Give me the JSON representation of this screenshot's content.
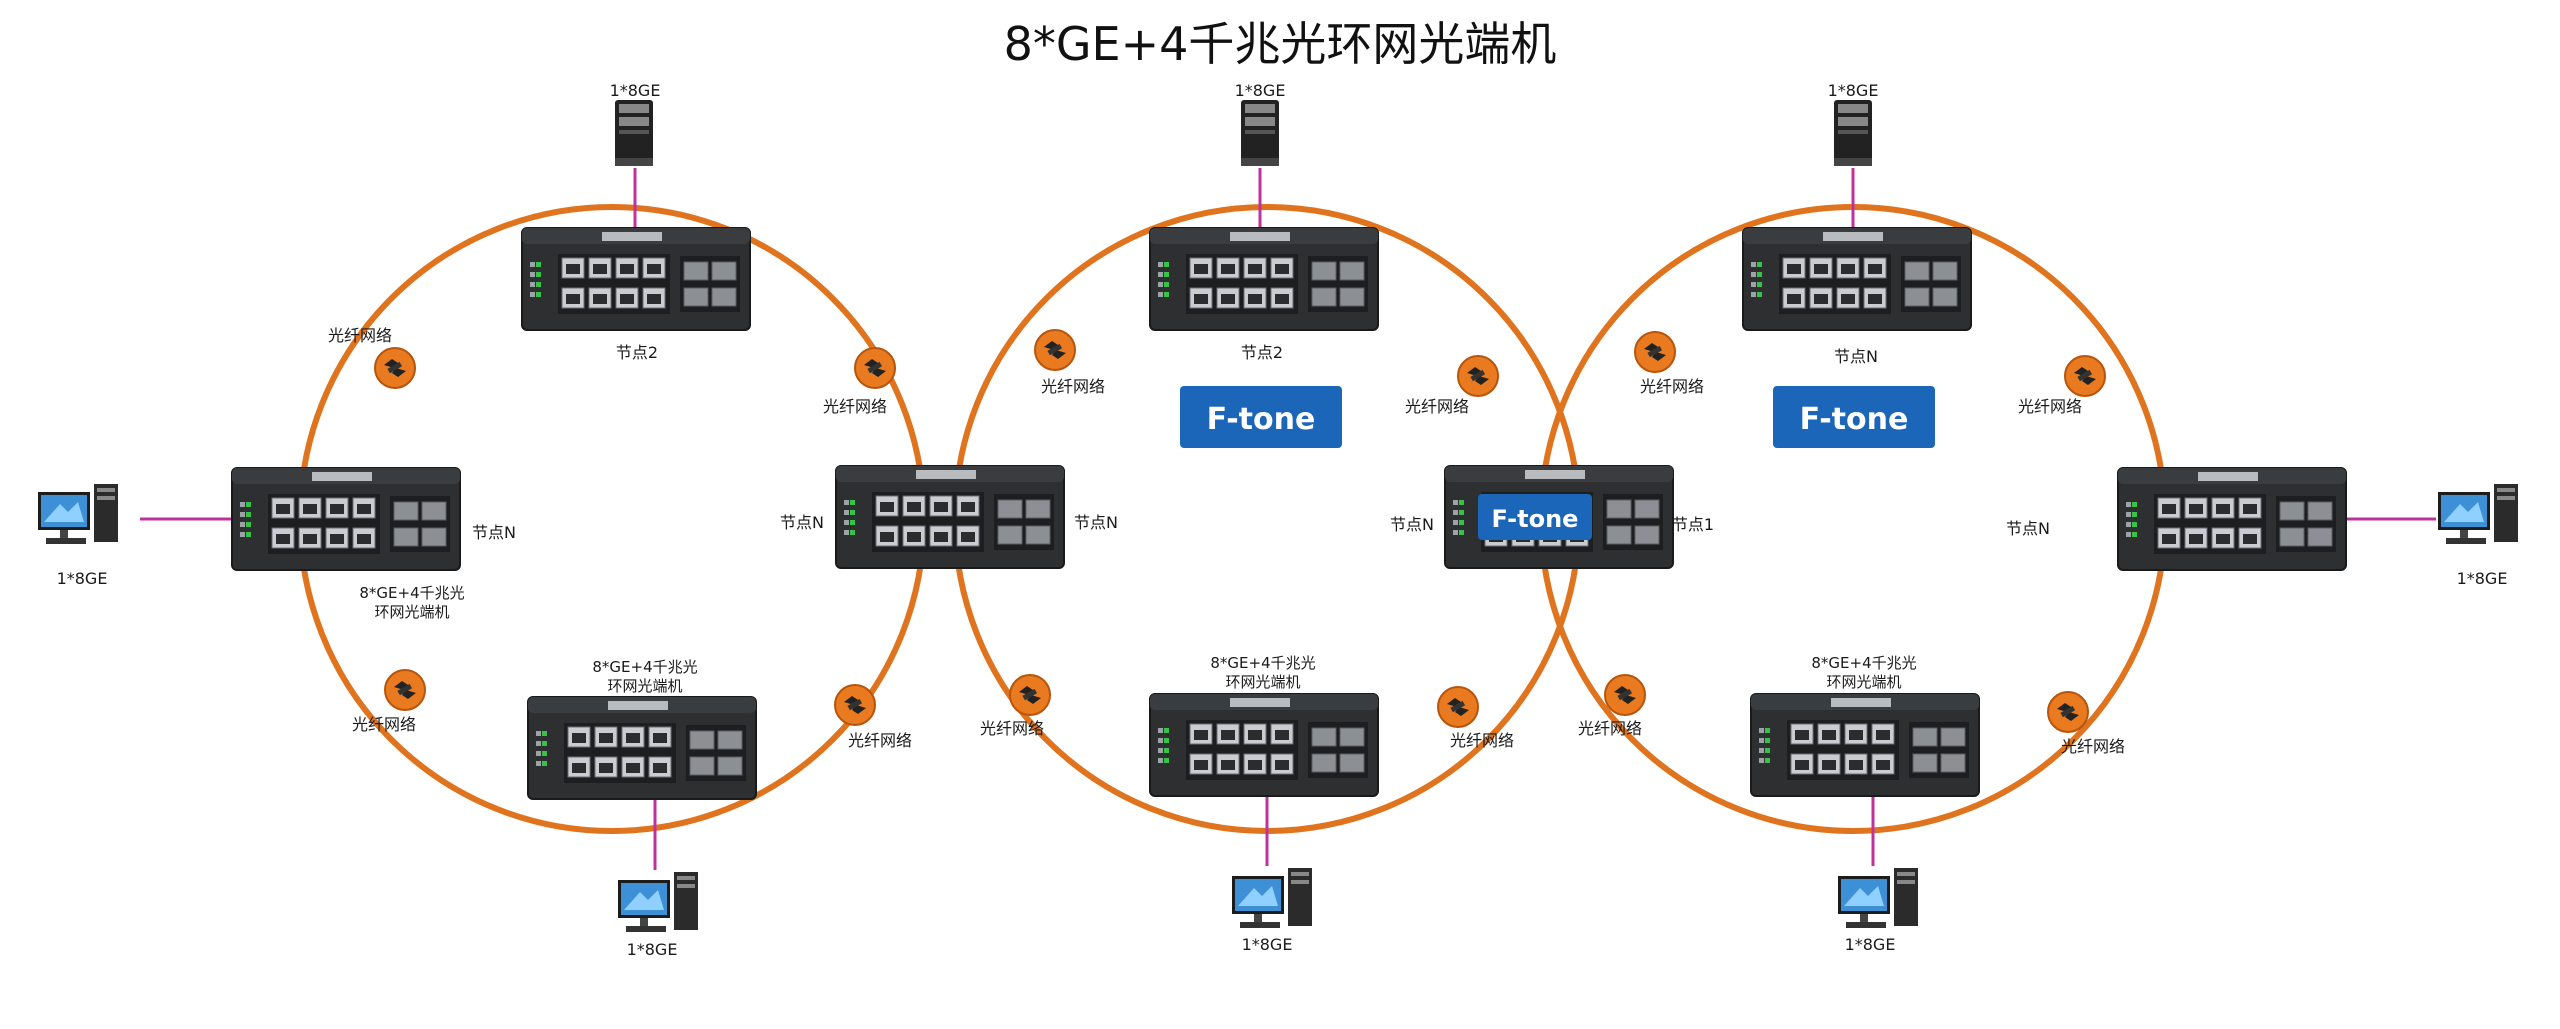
{
  "title": "8*GE+4千兆光环网光端机",
  "brand": "F-tone",
  "colors": {
    "fiber": "#e0741e",
    "link": "#c0329b",
    "logo_bg": "#1b66b8",
    "device_body": "#2d2f31"
  },
  "labels": {
    "port": "1*8GE",
    "fiber": "光纤网络",
    "node_2": "节点2",
    "node_n": "节点N",
    "node_1": "节点1",
    "device_line1": "8*GE+4千兆光",
    "device_line2": "环网光端机"
  },
  "icons": [
    "server-icon",
    "computer-icon",
    "fiber-connector-icon",
    "switch-device-icon"
  ]
}
